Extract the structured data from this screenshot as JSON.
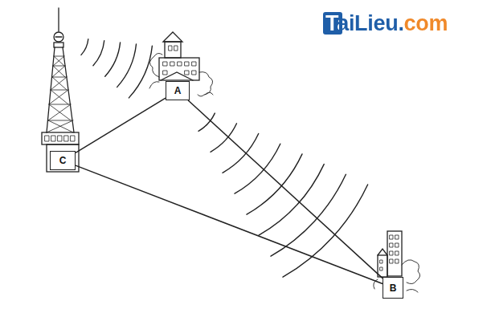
{
  "diagram": {
    "nodes": [
      {
        "text": [
          "C"
        ]
      },
      {
        "text": [
          "A"
        ]
      },
      {
        "text": [
          "B"
        ]
      }
    ],
    "edges": [
      {
        "from": 0,
        "to": 1,
        "arrow": "none"
      },
      {
        "from": 1,
        "to": 2,
        "arrow": "none"
      },
      {
        "from": 0,
        "to": 2,
        "arrow": "none"
      }
    ],
    "labels": [
      "TaiLieu.com"
    ]
  }
}
